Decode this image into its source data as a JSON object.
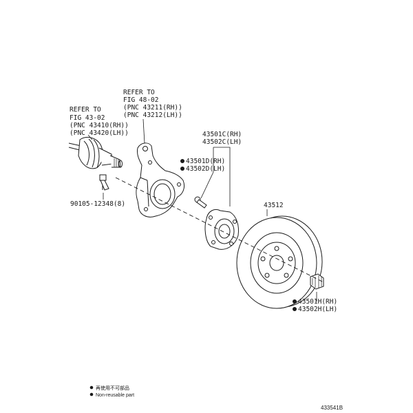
{
  "labels": {
    "refer_axle": [
      "REFER TO",
      "FIG 43-02",
      "(PNC 43410(RH))",
      "(PNC 43420(LH))"
    ],
    "refer_knuckle": [
      "REFER TO",
      "FIG 48-02",
      "(PNC 43211(RH))",
      "(PNC 43212(LH))"
    ],
    "bolt": "90105-12348(8)",
    "hub_assy": [
      "43501C(RH)",
      "43502C(LH)"
    ],
    "hub_bolt": [
      "43501D(RH)",
      "43502D(LH)"
    ],
    "disc": "43512",
    "nut": [
      "43501H(RH)",
      "43502H(LH)"
    ]
  },
  "legend": {
    "line1": "再使用不可部品",
    "line2": "Non-reusable part"
  },
  "figure_code": "433541B",
  "colors": {
    "ink": "#1a1a1a",
    "background": "#ffffff"
  }
}
